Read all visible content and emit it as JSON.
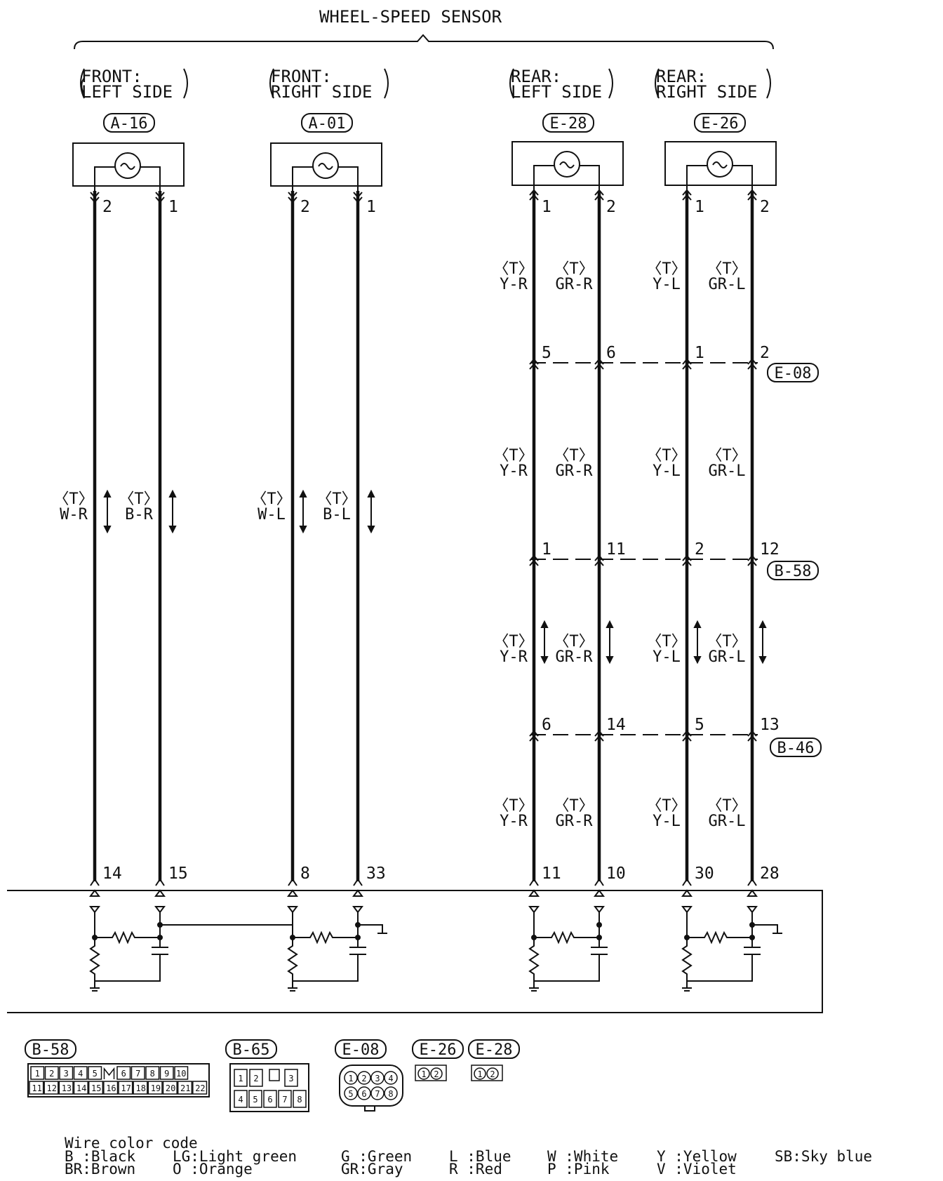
{
  "title": "WHEEL-SPEED SENSOR",
  "sensors": [
    {
      "pos_line1": "FRONT:",
      "pos_line2": "LEFT SIDE",
      "connector": "A-16",
      "pins_top": [
        "2",
        "1"
      ],
      "pins_bottom": [
        "14",
        "15"
      ]
    },
    {
      "pos_line1": "FRONT:",
      "pos_line2": "RIGHT SIDE",
      "connector": "A-01",
      "pins_top": [
        "2",
        "1"
      ],
      "pins_bottom": [
        "8",
        "33"
      ]
    },
    {
      "pos_line1": "REAR:",
      "pos_line2": "LEFT SIDE",
      "connector": "E-28",
      "pins_top": [
        "1",
        "2"
      ],
      "pins_bottom": [
        "11",
        "10"
      ]
    },
    {
      "pos_line1": "REAR:",
      "pos_line2": "RIGHT SIDE",
      "connector": "E-26",
      "pins_top": [
        "1",
        "2"
      ],
      "pins_bottom": [
        "30",
        "28"
      ]
    }
  ],
  "front_wires": [
    {
      "tag": "〈T〉",
      "color": "W-R"
    },
    {
      "tag": "〈T〉",
      "color": "B-R"
    },
    {
      "tag": "〈T〉",
      "color": "W-L"
    },
    {
      "tag": "〈T〉",
      "color": "B-L"
    }
  ],
  "rear_tag": "〈T〉",
  "rear_colors": [
    "Y-R",
    "GR-R",
    "Y-L",
    "GR-L"
  ],
  "junctions": [
    {
      "connector": "E-08",
      "pins": [
        "5",
        "6",
        "1",
        "2"
      ]
    },
    {
      "connector": "B-58",
      "pins": [
        "1",
        "11",
        "2",
        "12"
      ]
    },
    {
      "connector": "B-46",
      "pins": [
        "6",
        "14",
        "5",
        "13"
      ]
    }
  ],
  "legend_connectors": {
    "b58": "B-58",
    "b65": "B-65",
    "e08": "E-08",
    "e26": "E-26",
    "e28": "E-28"
  },
  "b58_cells": {
    "row1": [
      "1",
      "2",
      "3",
      "4",
      "5",
      "6",
      "7",
      "8",
      "9",
      "10"
    ],
    "row2": [
      "11",
      "12",
      "13",
      "14",
      "15",
      "16",
      "17",
      "18",
      "19",
      "20",
      "21",
      "22"
    ]
  },
  "b65_cells": {
    "row1": [
      "1",
      "2",
      "3"
    ],
    "row2": [
      "4",
      "5",
      "6",
      "7",
      "8"
    ]
  },
  "e08_cells": [
    "1",
    "2",
    "3",
    "4",
    "5",
    "6",
    "7",
    "8"
  ],
  "e26_cells": [
    "1",
    "2"
  ],
  "e28_cells": [
    "1",
    "2"
  ],
  "wire_color_code": {
    "heading": "Wire color code",
    "entries": [
      [
        "B :Black",
        "BR:Brown"
      ],
      [
        "LG:Light green",
        "O :Orange"
      ],
      [
        "G :Green",
        "GR:Gray"
      ],
      [
        "L :Blue",
        "R :Red"
      ],
      [
        "W :White",
        "P :Pink"
      ],
      [
        "Y :Yellow",
        "V :Violet"
      ],
      [
        "SB:Sky blue"
      ]
    ]
  }
}
